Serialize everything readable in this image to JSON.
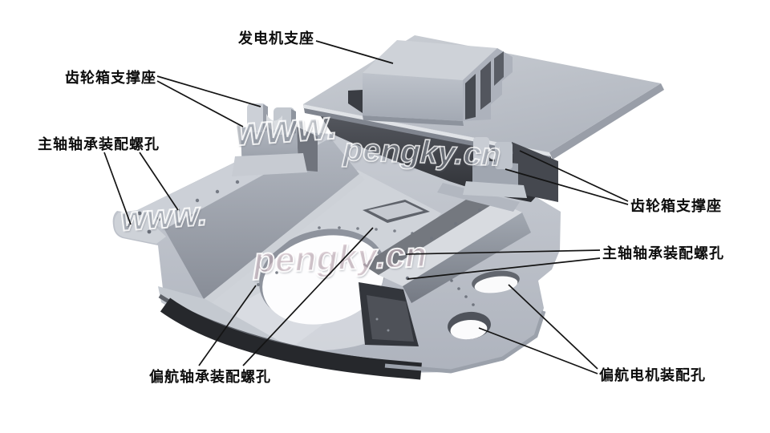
{
  "background": "#ffffff",
  "watermarks": {
    "www_lower": "www.",
    "www_upper": "www.",
    "pengky_upper": "pengky.cn",
    "pengky_center": "pengky.cn"
  },
  "callouts": [
    {
      "id": "generator-mount",
      "text": "发电机支座"
    },
    {
      "id": "gearbox-support-left",
      "text": "齿轮箱支撑座"
    },
    {
      "id": "main-shaft-bearing-holes-left",
      "text": "主轴轴承装配螺孔"
    },
    {
      "id": "gearbox-support-right",
      "text": "齿轮箱支撑座"
    },
    {
      "id": "main-shaft-bearing-holes-right",
      "text": "主轴轴承装配螺孔"
    },
    {
      "id": "yaw-bearing-holes",
      "text": "偏航轴承装配螺孔"
    },
    {
      "id": "yaw-motor-holes",
      "text": "偏航电机装配孔"
    }
  ],
  "colors": {
    "background": "#ffffff",
    "label_text": "#0d0d0d",
    "leader_line": "#141414",
    "metal_light": "#ced2d8",
    "metal_mid": "#a7acb5",
    "metal_dark": "#54575f",
    "metal_shadow": "#26282c",
    "opening_white": "#fdfdfe"
  }
}
